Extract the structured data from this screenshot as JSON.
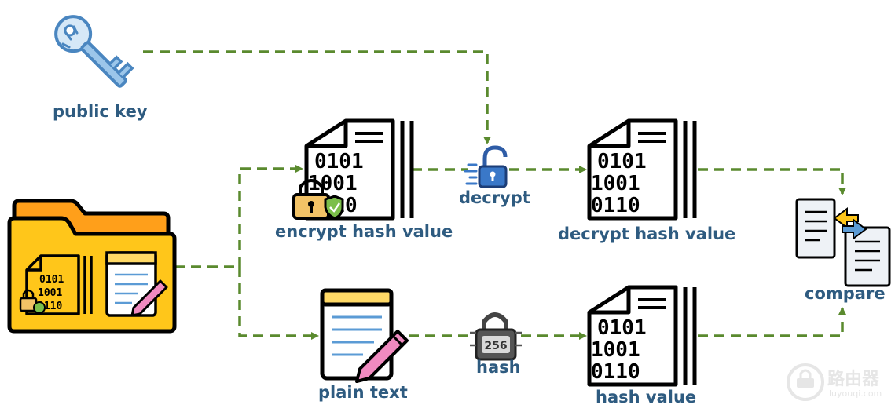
{
  "diagram": {
    "nodes": [
      {
        "id": "public_key",
        "label": "public key",
        "icon": "key-icon"
      },
      {
        "id": "folder",
        "label": "",
        "icon": "folder-icon"
      },
      {
        "id": "encrypted_hash",
        "label": "encrypt hash value",
        "icon": "binary-document-locked-icon"
      },
      {
        "id": "decrypt",
        "label": "decrypt",
        "icon": "unlock-icon"
      },
      {
        "id": "decrypted_hash",
        "label": "decrypt hash value",
        "icon": "binary-document-icon"
      },
      {
        "id": "plain_text",
        "label": "plain text",
        "icon": "notepad-pencil-icon"
      },
      {
        "id": "hash",
        "label": "hash",
        "icon": "sha256-lock-icon",
        "badge": "256"
      },
      {
        "id": "hash_value",
        "label": "hash value",
        "icon": "binary-document-icon"
      },
      {
        "id": "compare",
        "label": "compare",
        "icon": "compare-documents-icon"
      }
    ],
    "binary_rows": [
      "0101",
      "1001",
      "0110"
    ],
    "edges": [
      {
        "from": "public_key",
        "to": "decrypt"
      },
      {
        "from": "folder",
        "to": "encrypted_hash"
      },
      {
        "from": "folder",
        "to": "plain_text"
      },
      {
        "from": "encrypted_hash",
        "to": "decrypt"
      },
      {
        "from": "decrypt",
        "to": "decrypted_hash"
      },
      {
        "from": "decrypted_hash",
        "to": "compare"
      },
      {
        "from": "plain_text",
        "to": "hash"
      },
      {
        "from": "hash",
        "to": "hash_value"
      },
      {
        "from": "hash_value",
        "to": "compare"
      }
    ],
    "colors": {
      "arrow": "#5a8a2e",
      "label": "#2e5b80",
      "folder": "#ffc61a",
      "folder_back": "#ff9f1a",
      "key": "#5b9bd5"
    }
  },
  "watermark": {
    "title": "路由器",
    "url": "luyouqi.com"
  }
}
